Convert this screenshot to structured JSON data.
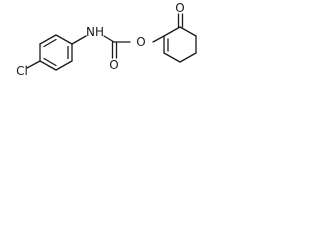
{
  "molecule": {
    "atoms": {
      "cl": "Cl",
      "nh": "NH",
      "o_ester": "O",
      "o_carbonyl": "O",
      "o_ketone": "O"
    }
  }
}
